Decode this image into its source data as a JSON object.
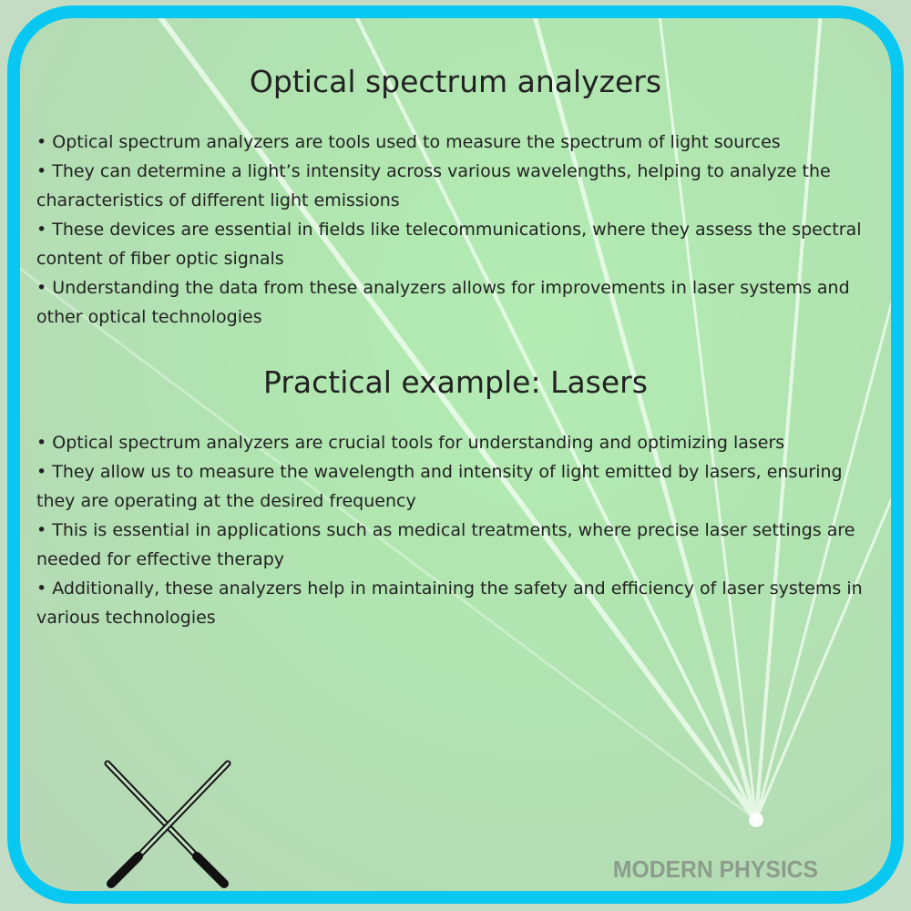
{
  "section1": {
    "title": "Optical spectrum analyzers",
    "bullets": [
      "• Optical spectrum analyzers are tools used to measure the spectrum of light sources",
      "• They can determine a light’s intensity across various wavelengths, helping to analyze the characteristics of different light emissions",
      "• These devices are essential in fields like telecommunications, where they assess the spectral content of fiber optic signals",
      "• Understanding the data from these analyzers allows for improvements in laser systems and other optical technologies"
    ]
  },
  "section2": {
    "title": "Practical example: Lasers",
    "bullets": [
      "• Optical spectrum analyzers are crucial tools for understanding and optimizing lasers",
      "• They allow us to measure the wavelength and intensity of light emitted by lasers, ensuring they are operating at the desired frequency",
      "• This is essential in applications such as medical treatments, where precise laser settings are needed for effective therapy",
      "• Additionally, these analyzers help in maintaining the safety and efficiency of laser systems in various technologies"
    ]
  },
  "brand": {
    "logo_text": "MODERN PHYSICS"
  },
  "colors": {
    "border": "#08c8f2",
    "background": "#b4e4b4"
  }
}
